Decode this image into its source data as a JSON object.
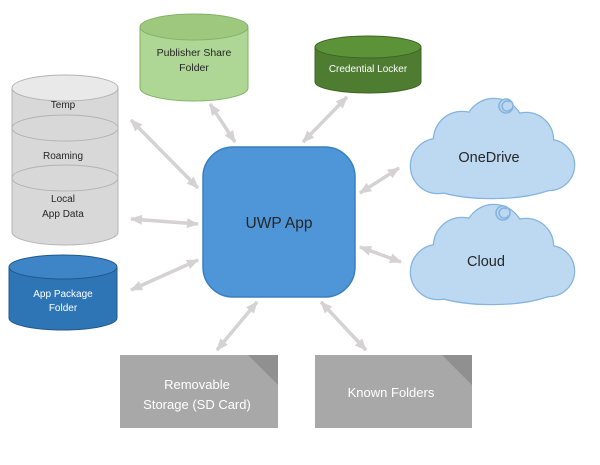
{
  "nodes": {
    "uwp_app": {
      "label": "UWP App"
    },
    "publisher_share_folder": {
      "line1": "Publisher Share",
      "line2": "Folder"
    },
    "credential_locker": {
      "label": "Credential Locker"
    },
    "storage_stack": {
      "temp": "Temp",
      "roaming": "Roaming",
      "local_line1": "Local",
      "local_line2": "App Data"
    },
    "app_package_folder": {
      "line1": "App Package",
      "line2": "Folder"
    },
    "onedrive": {
      "label": "OneDrive"
    },
    "cloud": {
      "label": "Cloud"
    },
    "removable_storage": {
      "line1": "Removable",
      "line2": "Storage (SD Card)"
    },
    "known_folders": {
      "label": "Known Folders"
    }
  },
  "colors": {
    "uwp_blue": "#4f96d8",
    "uwp_blue_stroke": "#3a7fc2",
    "gray_cyl_body": "#d8d8d8",
    "gray_cyl_top": "#e9e9e9",
    "gray_cyl_stroke": "#b3b3b3",
    "green_light_body": "#aed695",
    "green_light_top": "#9dc87e",
    "green_light_stroke": "#82b366",
    "green_dark_body": "#4e7c31",
    "green_dark_top": "#5d9338",
    "green_dark_stroke": "#3f6526",
    "blue_cyl_body": "#2e75b6",
    "blue_cyl_top": "#3d85c6",
    "blue_cyl_stroke": "#24588a",
    "cloud_fill": "#bdd9f2",
    "cloud_stroke": "#85b4e0",
    "folder_gray": "#a8a8a8",
    "folder_gray_dark": "#909090",
    "arrow_gray": "#d4d2d2"
  }
}
